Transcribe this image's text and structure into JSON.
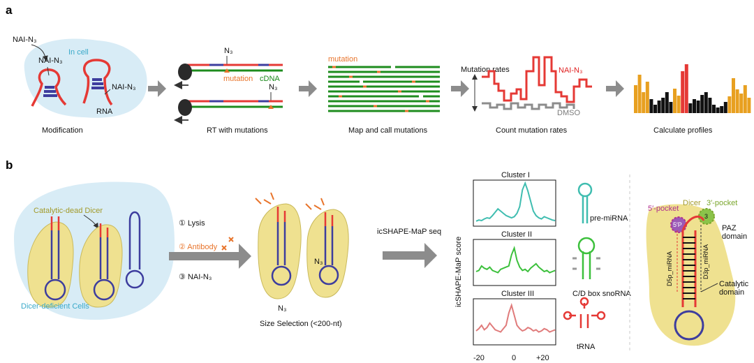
{
  "panels": {
    "a": "a",
    "b": "b"
  },
  "panel_a": {
    "nai_n3": "NAI-N₃",
    "in_cell": "In cell",
    "rna": "RNA",
    "n3": "N₃",
    "mutation": "mutation",
    "cdna": "cDNA",
    "mutation_rates": "Mutation rates",
    "dmso": "DMSO",
    "captions": [
      "Modification",
      "RT with mutations",
      "Map and call mutations",
      "Count mutation rates",
      "Calculate profiles"
    ]
  },
  "panel_b": {
    "catalytic_dead_dicer": "Catalytic-dead Dicer",
    "dicer_deficient_cells": "Dicer-deficient Cells",
    "steps": [
      "① Lysis",
      "② Antibody",
      "③ NAI-N₃"
    ],
    "size_selection": "Size Selection (<200-nt)",
    "n3": "N₃",
    "seq_label": "icSHAPE-MaP seq",
    "y_axis_label": "icSHAPE-MaP score",
    "clusters": [
      {
        "title": "Cluster I",
        "rna": "pre-miRNA",
        "color": "#3fbdb0"
      },
      {
        "title": "Cluster II",
        "rna": "C/D box snoRNA",
        "color": "#3cc03c"
      },
      {
        "title": "Cluster III",
        "rna": "tRNA",
        "color": "#e07b7b"
      }
    ],
    "x_ticks": [
      "-20",
      "0",
      "+20"
    ],
    "dicer_model": {
      "dicer": "Dicer",
      "five_pocket": "5′-pocket",
      "three_pocket": "3′-pocket",
      "five_p": "5′P",
      "three": "3",
      "paz_domain_1": "PAZ",
      "paz_domain_2": "domain",
      "d5p": "D5p_miRNA",
      "d3p": "D3p_miRNA",
      "catalytic_1": "Catalytic",
      "catalytic_2": "domain"
    }
  },
  "colors": {
    "red": "#e53935",
    "blue": "#3d3d9e",
    "green": "#1e8c1e",
    "orange": "#e8742b",
    "cell": "#d8ecf6",
    "dicer": "#efe190",
    "arrow": "#8c8c8c"
  }
}
